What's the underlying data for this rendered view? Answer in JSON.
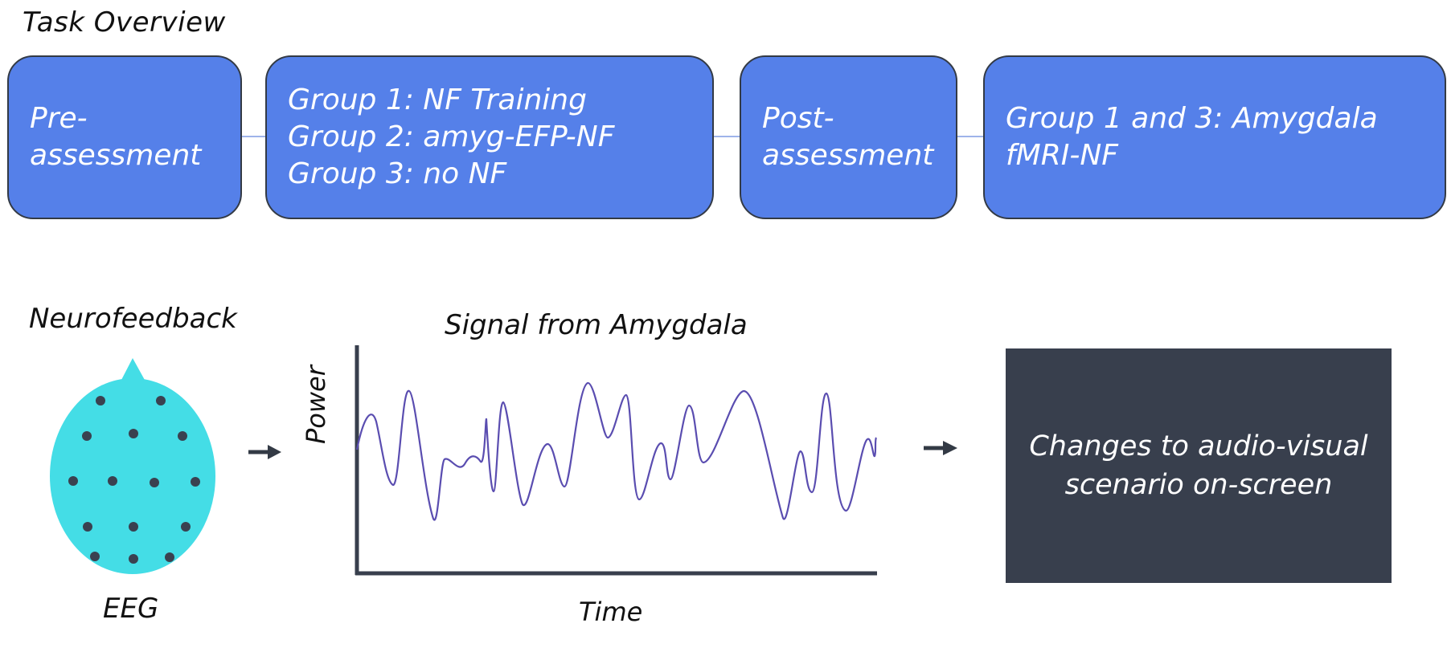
{
  "task_overview": {
    "title": "Task Overview",
    "stages": [
      {
        "lines": [
          "Pre-",
          "assessment"
        ]
      },
      {
        "lines": [
          "Group 1: NF Training",
          "Group 2: amyg-EFP-NF",
          "Group 3: no NF"
        ]
      },
      {
        "lines": [
          "Post-",
          "assessment"
        ]
      },
      {
        "lines": [
          "Group 1 and 3: Amygdala",
          "fMRI-NF"
        ]
      }
    ]
  },
  "neurofeedback": {
    "title": "Neurofeedback",
    "eeg_label": "EEG",
    "signal": {
      "title": "Signal from Amygdala",
      "xlabel": "Time",
      "ylabel": "Power"
    },
    "output_lines": [
      "Changes to audio-visual",
      "scenario on-screen"
    ]
  },
  "colors": {
    "stage_fill": "#5580e9",
    "stage_border": "#333a45",
    "head_fill": "#44dde6",
    "electrode": "#3a4150",
    "signal_line": "#5a4db0",
    "output_fill": "#383f4d",
    "arrow": "#333a45"
  },
  "icons": [
    "eeg-head-icon",
    "arrow-right-icon"
  ]
}
